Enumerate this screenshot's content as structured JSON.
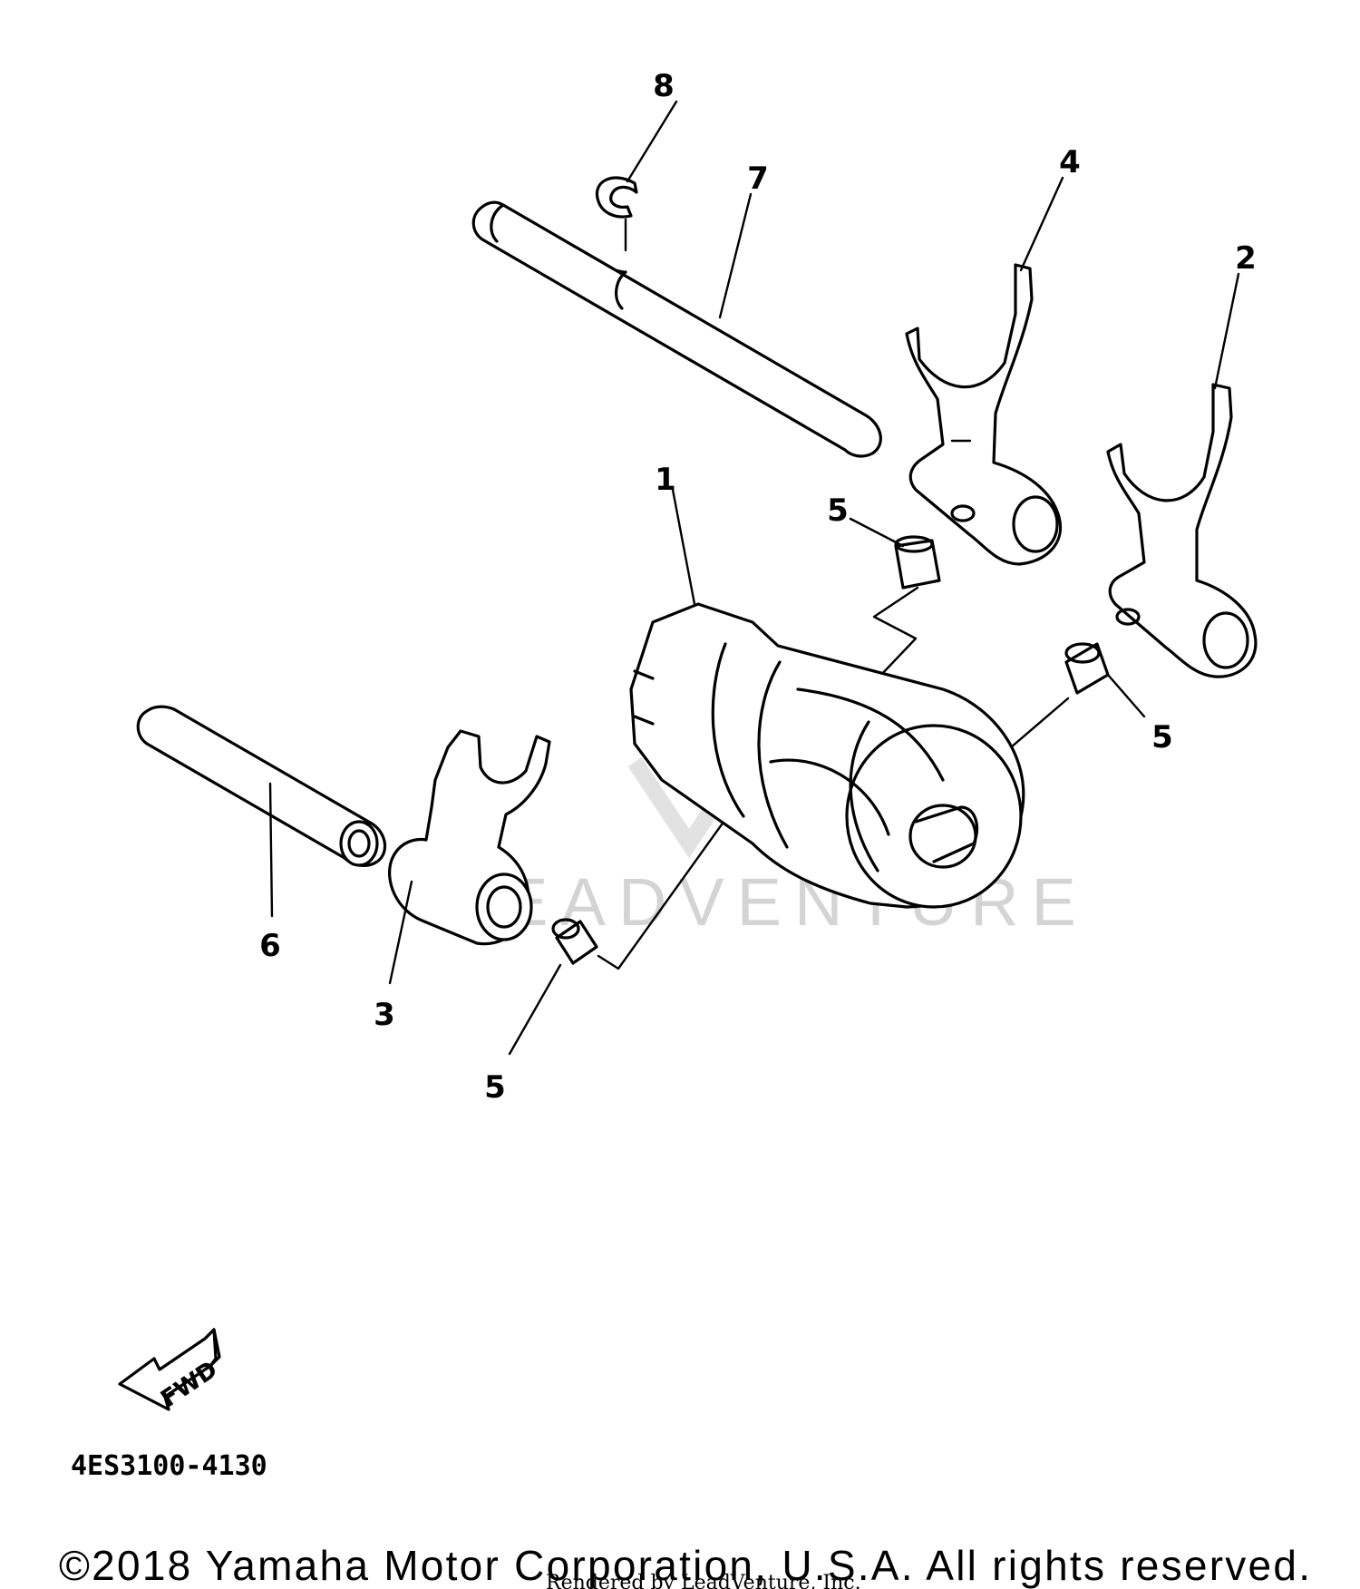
{
  "callouts": {
    "c1": "1",
    "c2": "2",
    "c3": "3",
    "c4": "4",
    "c5a": "5",
    "c5b": "5",
    "c5c": "5",
    "c6": "6",
    "c7": "7",
    "c8": "8"
  },
  "fwd_label": "FWD",
  "diagram_code": "4ES3100-4130",
  "watermark_text": "LEADVENTURE",
  "copyright": "©2018 Yamaha Motor Corporation, U.S.A. All rights reserved.",
  "rendered_by": "Rendered by LeadVenture, Inc."
}
